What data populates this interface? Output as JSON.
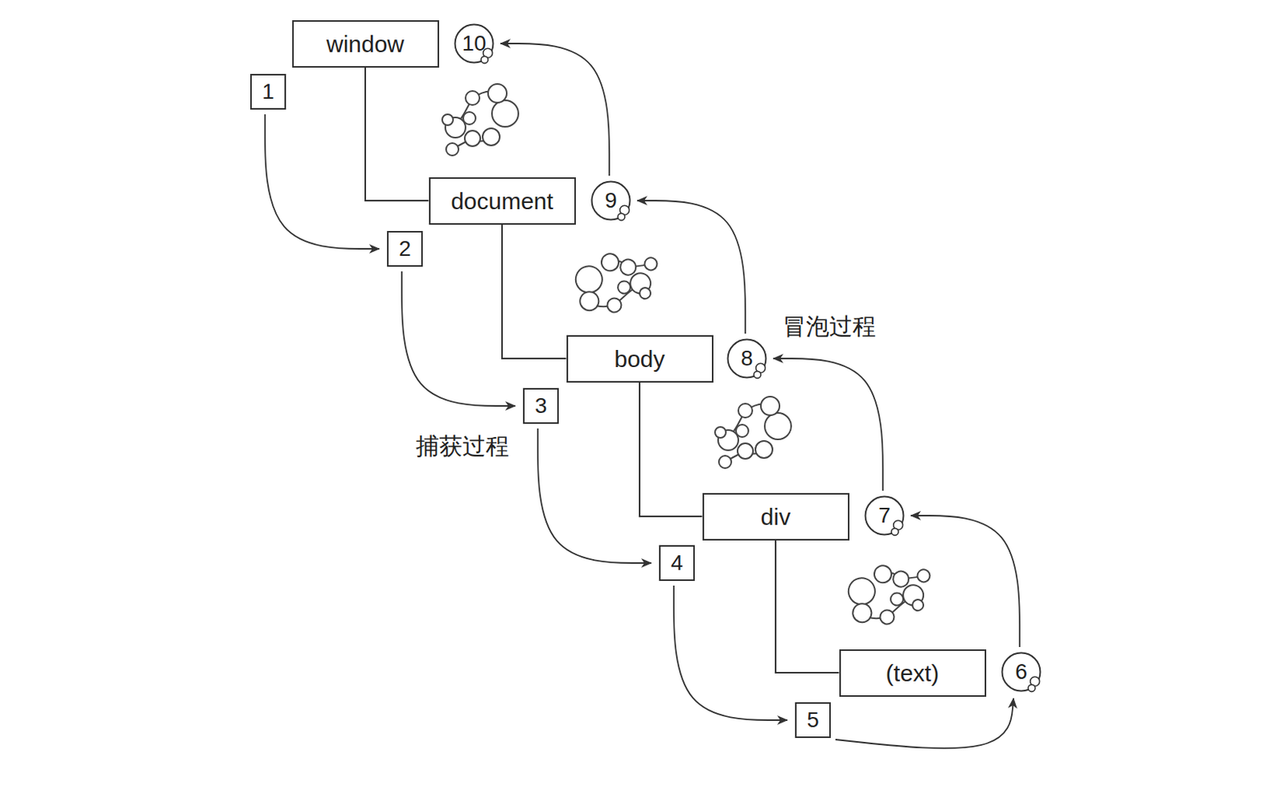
{
  "diagram": {
    "nodes": [
      {
        "text": [
          "window"
        ]
      },
      {
        "text": [
          "10"
        ]
      },
      {
        "text": [
          "1"
        ]
      },
      {
        "text": [
          "document"
        ]
      },
      {
        "text": [
          "9"
        ]
      },
      {
        "text": [
          "2"
        ]
      },
      {
        "text": [
          "body"
        ]
      },
      {
        "text": [
          "8"
        ]
      },
      {
        "text": [
          "3"
        ]
      },
      {
        "text": [
          "div"
        ]
      },
      {
        "text": [
          "7"
        ]
      },
      {
        "text": [
          "4"
        ]
      },
      {
        "text": [
          "(text)"
        ]
      },
      {
        "text": [
          "6"
        ]
      },
      {
        "text": [
          "5"
        ]
      }
    ],
    "edges": [
      {
        "from": 0,
        "to": 3,
        "arrow": "none"
      },
      {
        "from": 3,
        "to": 6,
        "arrow": "none"
      },
      {
        "from": 6,
        "to": 9,
        "arrow": "none"
      },
      {
        "from": 9,
        "to": 12,
        "arrow": "none"
      },
      {
        "from": 2,
        "to": 5,
        "arrow": "to"
      },
      {
        "from": 5,
        "to": 8,
        "arrow": "to"
      },
      {
        "from": 8,
        "to": 11,
        "arrow": "to"
      },
      {
        "from": 11,
        "to": 14,
        "arrow": "to"
      },
      {
        "from": 14,
        "to": 13,
        "arrow": "to"
      },
      {
        "from": 13,
        "to": 10,
        "arrow": "to"
      },
      {
        "from": 10,
        "to": 7,
        "arrow": "to"
      },
      {
        "from": 7,
        "to": 4,
        "arrow": "to"
      },
      {
        "from": 4,
        "to": 1,
        "arrow": "to"
      }
    ],
    "labels": [
      "冒泡过程",
      "捕获过程"
    ]
  }
}
